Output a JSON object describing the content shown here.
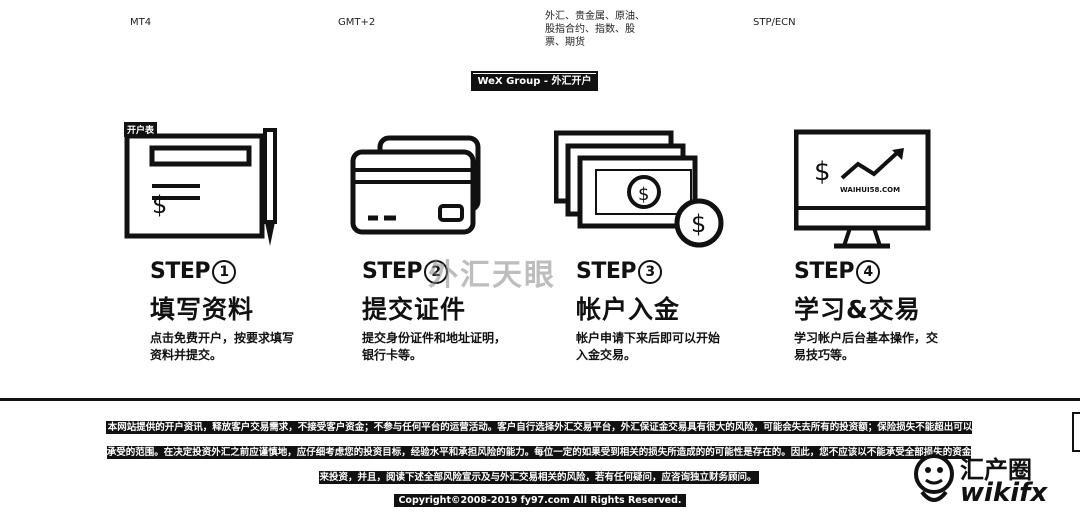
{
  "info_row": {
    "platform": "MT4",
    "timezone": "GMT+2",
    "products": "外汇、贵金属、原油、股指合约、指数、股票、期货",
    "execution": "STP/ECN"
  },
  "brand_button": "WeX Group - 外汇开户",
  "steps": [
    {
      "step_text": "STEP",
      "number": "1",
      "title": "填写资料",
      "desc": "点击免费开户，按要求填写资料并提交。",
      "badge": "开户表"
    },
    {
      "step_text": "STEP",
      "number": "2",
      "title": "提交证件",
      "desc": "提交身份证件和地址证明，银行卡等。"
    },
    {
      "step_text": "STEP",
      "number": "3",
      "title": "帐户入金",
      "desc": "帐户申请下来后即可以开始入金交易。"
    },
    {
      "step_text": "STEP",
      "number": "4",
      "title": "学习&交易",
      "desc": "学习帐户后台基本操作，交易技巧等。"
    }
  ],
  "step4_screen_text": "WAIHUI58.COM",
  "watermark": "外汇天眼",
  "footer": {
    "disclaimer": "本网站提供的开户资讯，释放客户交易需求，不接受客户资金；不参与任何平台的运营活动。客户自行选择外汇交易平台，外汇保证金交易具有很大的风险，可能会失去所有的投资额；保险损失不能超出可以承受的范围。在决定投资外汇之前应谨慎地，应仔细考虑您的投资目标，经验水平和承担风险的能力。每位一定的如果受到相关的损失所造成的的可能性是存在的。因此，您不应该以不能承受全部损失的资金来投资，并且，阅读下述全部风险宣示及与外汇交易相关的风险，若有任何疑问，应咨询独立财务顾问。",
    "copyright": "Copyright©2008-2019 fy97.com All Rights Reserved."
  },
  "corner_logo": {
    "text": "汇产圈",
    "sub": "wikifx"
  }
}
